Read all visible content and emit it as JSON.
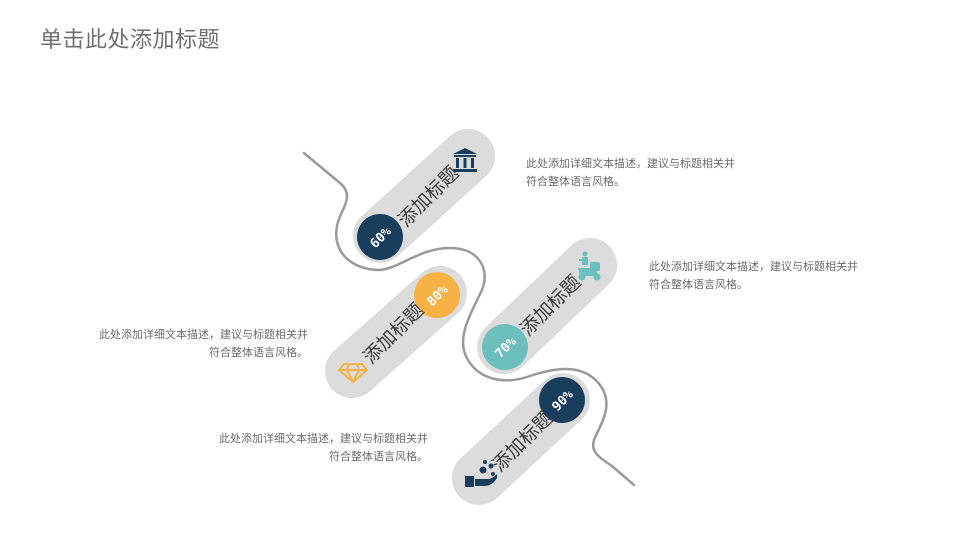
{
  "slide": {
    "title": "单击此处添加标题"
  },
  "colors": {
    "navy": "#183d5d",
    "orange": "#f7b246",
    "teal": "#6dbfbd",
    "pill_gray": "#dcdcdc",
    "curve_gray": "#9a9a9a",
    "text_gray": "#6b6b6b"
  },
  "items": [
    {
      "label": "添加标题",
      "percent": "60%",
      "icon": "bank-icon",
      "color": "#183d5d",
      "description": [
        "此处添加详细文本描述，建议与标题相关并",
        "符合整体语言风格。"
      ]
    },
    {
      "label": "添加标题",
      "percent": "80%",
      "icon": "diamond-icon",
      "color": "#f7b246",
      "description": [
        "此处添加详细文本描述，建议与标题相关并",
        "符合整体语言风格。"
      ]
    },
    {
      "label": "添加标题",
      "percent": "70%",
      "icon": "delivery-scooter-icon",
      "color": "#6dbfbd",
      "description": [
        "此处添加详细文本描述，建议与标题相关并",
        "符合整体语言风格。"
      ]
    },
    {
      "label": "添加标题",
      "percent": "90%",
      "icon": "hand-coins-icon",
      "color": "#183d5d",
      "description": [
        "此处添加详细文本描述，建议与标题相关并",
        "符合整体语言风格。"
      ]
    }
  ]
}
